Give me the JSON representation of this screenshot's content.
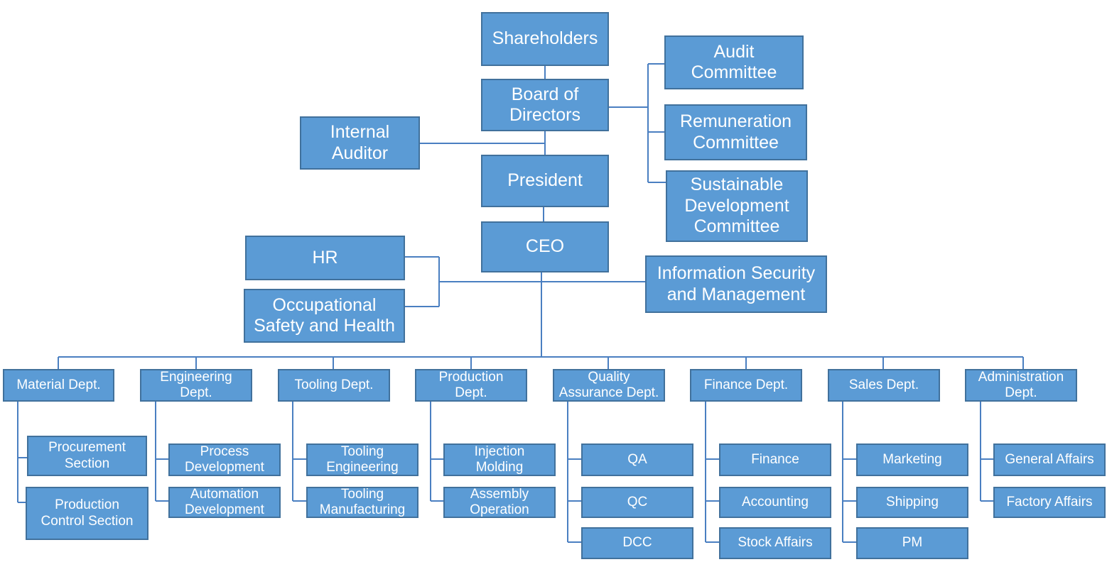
{
  "colors": {
    "box_fill": "#5b9bd5",
    "box_border": "#41719c",
    "connector": "#4a7fc1",
    "text": "#ffffff"
  },
  "governance": {
    "shareholders": "Shareholders",
    "board": "Board of\nDirectors",
    "internal_auditor": "Internal\nAuditor",
    "president": "President",
    "ceo": "CEO"
  },
  "committees": {
    "audit": "Audit\nCommittee",
    "remuneration": "Remuneration\nCommittee",
    "sustainable": "Sustainable\nDevelopment\nCommittee"
  },
  "ceo_staff": {
    "hr": "HR",
    "osh": "Occupational\nSafety and Health",
    "info_security": "Information Security\nand Management"
  },
  "departments": [
    {
      "name": "Material Dept.",
      "units": [
        "Procurement\nSection",
        "Production\nControl Section"
      ]
    },
    {
      "name": "Engineering\nDept.",
      "units": [
        "Process\nDevelopment",
        "Automation\nDevelopment"
      ]
    },
    {
      "name": "Tooling Dept.",
      "units": [
        "Tooling\nEngineering",
        "Tooling\nManufacturing"
      ]
    },
    {
      "name": "Production\nDept.",
      "units": [
        "Injection\nMolding",
        "Assembly\nOperation"
      ]
    },
    {
      "name": "Quality\nAssurance Dept.",
      "units": [
        "QA",
        "QC",
        "DCC"
      ]
    },
    {
      "name": "Finance Dept.",
      "units": [
        "Finance",
        "Accounting",
        "Stock Affairs"
      ]
    },
    {
      "name": "Sales Dept.",
      "units": [
        "Marketing",
        "Shipping",
        "PM"
      ]
    },
    {
      "name": "Administration\nDept.",
      "units": [
        "General Affairs",
        "Factory Affairs"
      ]
    }
  ]
}
